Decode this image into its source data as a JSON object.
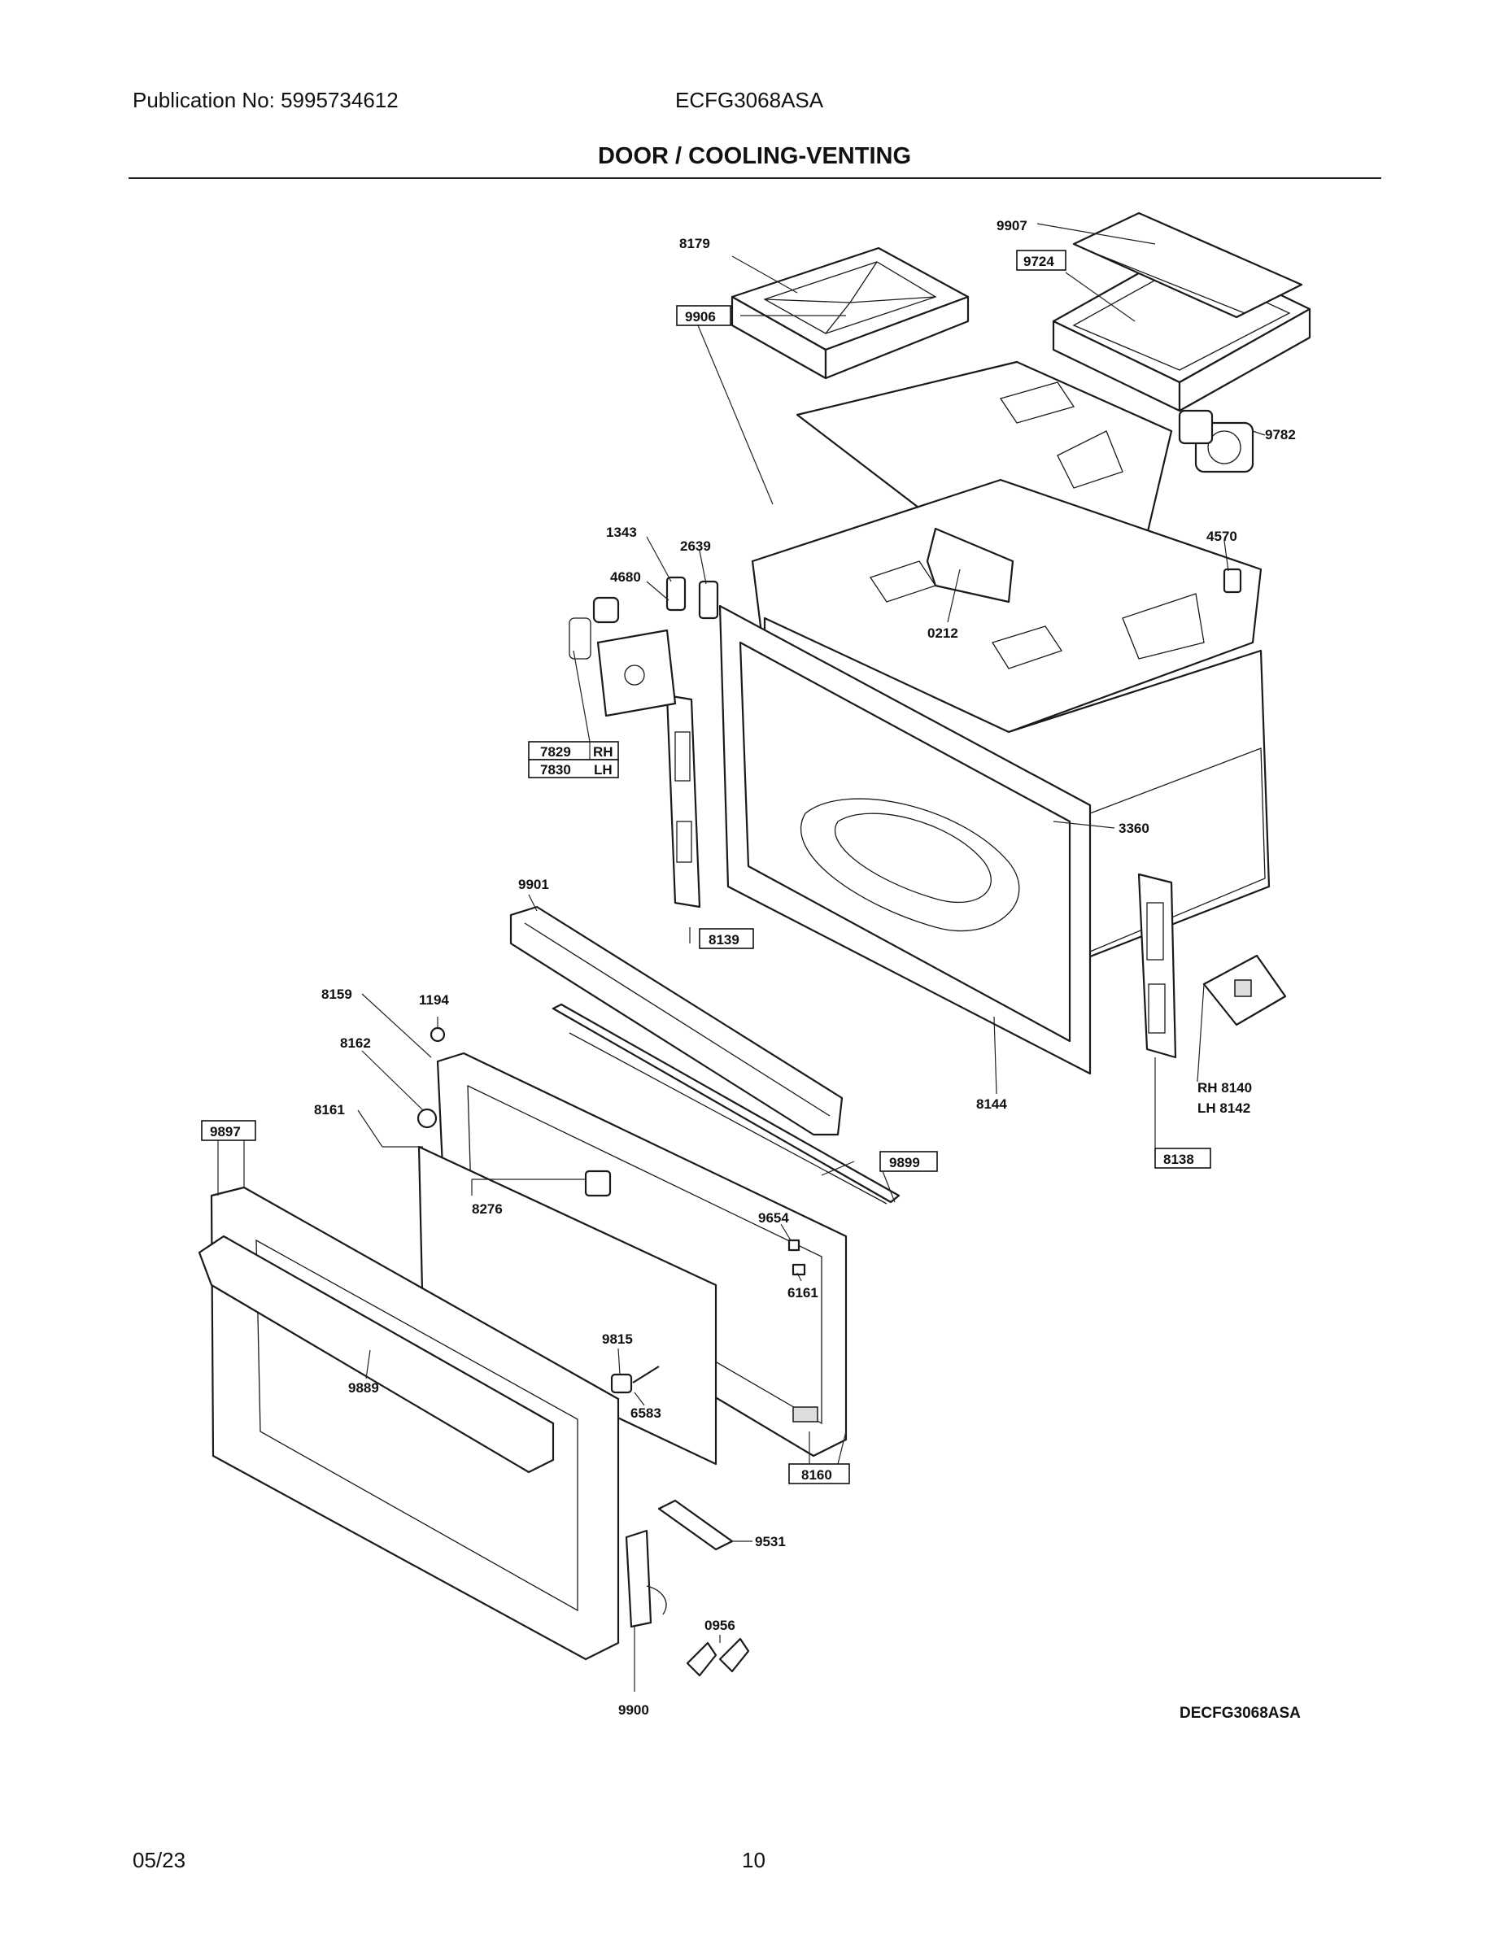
{
  "header": {
    "publication": "Publication No: 5995734612",
    "model": "ECFG3068ASA"
  },
  "title": "DOOR / COOLING-VENTING",
  "diagram": {
    "drawing_code": "DECFG3068ASA",
    "labels": {
      "p8179": "8179",
      "p9907": "9907",
      "p9724": "9724",
      "p9906": "9906",
      "p9782": "9782",
      "p1343": "1343",
      "p2639": "2639",
      "p4680": "4680",
      "p4570": "4570",
      "p0212": "0212",
      "p7829": "7829",
      "rh": "RH",
      "p7830": "7830",
      "lh": "LH",
      "p3360": "3360",
      "p9901": "9901",
      "p8139": "8139",
      "p8159": "8159",
      "p1194": "1194",
      "p8162": "8162",
      "p8161": "8161",
      "p9897": "9897",
      "p9899": "9899",
      "p8144": "8144",
      "p8140": "RH 8140",
      "p8142": "LH 8142",
      "p8138": "8138",
      "p8276": "8276",
      "p9654": "9654",
      "p6161": "6161",
      "p9815": "9815",
      "p6583": "6583",
      "p9889": "9889",
      "p8160": "8160",
      "p9531": "9531",
      "p0956": "0956",
      "p9900": "9900"
    }
  },
  "footer": {
    "date": "05/23",
    "page": "10"
  }
}
